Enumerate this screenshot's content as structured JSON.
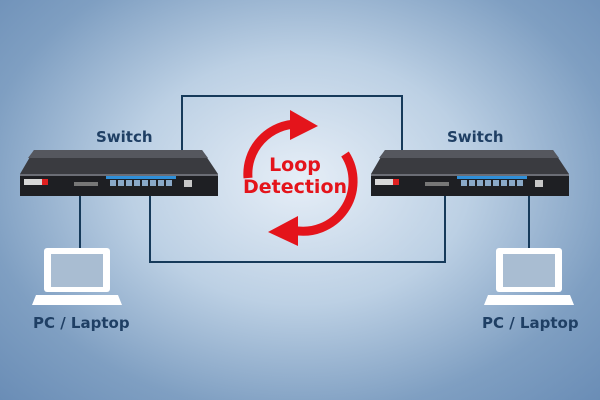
{
  "labels": {
    "switch_left": "Switch",
    "switch_right": "Switch",
    "pc_left": "PC / Laptop",
    "pc_right": "PC / Laptop",
    "loop_line1": "Loop",
    "loop_line2": "Detection"
  },
  "colors": {
    "cable": "#163a5a",
    "arrow": "#e4141b",
    "label_text": "#1f3f64",
    "switch_body": "#2a2a2e",
    "port_accent": "#2f8fd8"
  },
  "icons": {
    "switch": "network-switch-icon",
    "laptop": "laptop-icon",
    "loop_arrows": "circular-arrows-icon"
  }
}
